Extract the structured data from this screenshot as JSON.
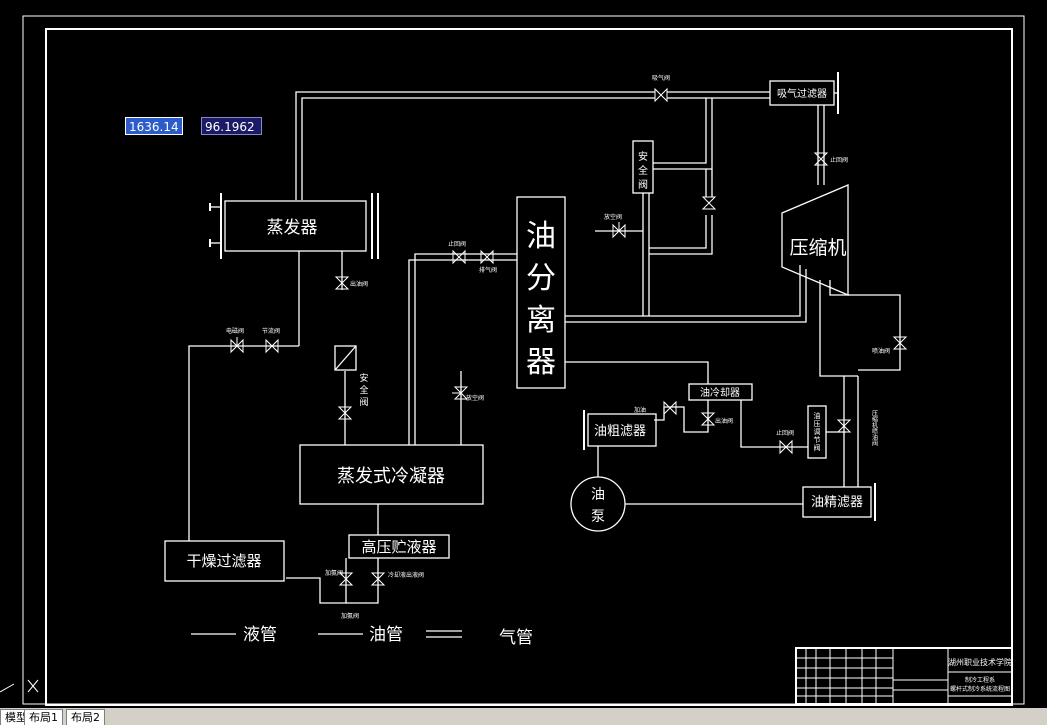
{
  "coordinates": {
    "x": "1636.14",
    "y": "96.1962"
  },
  "components": {
    "evaporator": "蒸发器",
    "oil_separator": [
      "油",
      "分",
      "离",
      "器"
    ],
    "compressor": "压缩机",
    "evap_condenser": "蒸发式冷凝器",
    "hp_receiver": "高压贮液器",
    "dry_filter": "干燥过滤器",
    "suction_filter": "吸气过滤器",
    "oil_cooler": "油冷却器",
    "oil_coarse_filter": "油粗滤器",
    "oil_fine_filter": "油精滤器",
    "oil_pump": [
      "油",
      "泵"
    ],
    "safety_valve_top": [
      "安",
      "全",
      "阀"
    ],
    "safety_valve_left": [
      "安",
      "全",
      "阀"
    ],
    "oil_pressure_valve": [
      "油",
      "压",
      "调",
      "节",
      "阀"
    ]
  },
  "valve_labels": {
    "suction": "吸气阀",
    "stop_top": "止回阀",
    "drain_oil": "放空阀",
    "stop_left": "止回阀",
    "exhaust": "排气阀",
    "oil_out_evap": "出油阀",
    "solenoid": "电磁阀",
    "throttle": "节流阀",
    "drain_cond": "放空阀",
    "comp_oil": "喷油阀",
    "add_oil": "加油",
    "oil_out_cooler": "出油阀",
    "stop_oil": "止回阀",
    "add_nh3_left": "加氨阀",
    "bottom_drain": "加氨阀",
    "cool_liquid": "冷却液出液阀",
    "comp_oil_vertical": "压缩机喷油阀"
  },
  "legend": {
    "liquid": "液管",
    "oil": "油管",
    "gas": "气管"
  },
  "title_block": {
    "school": "湖州职业技术学院",
    "subtitle": "制冷工程系",
    "drawing": "螺杆式制冷系统流程图"
  },
  "tabs": [
    "模型",
    "布局1",
    "布局2"
  ],
  "colors": {
    "background": "#000000",
    "line": "#ffffff",
    "highlight": "#2b5cc8"
  }
}
